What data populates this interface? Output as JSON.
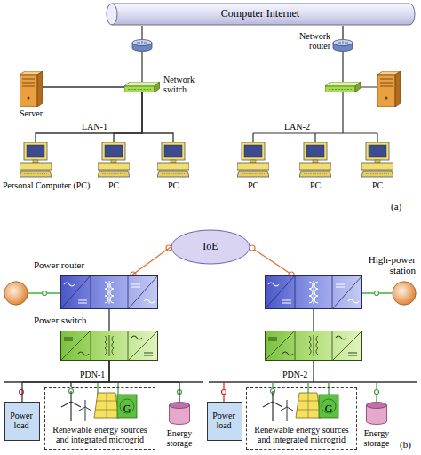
{
  "diagram": {
    "nodes": [
      {
        "text": [
          "Computer Internet"
        ]
      },
      {
        "text": [
          "Network router"
        ]
      },
      {
        "text": [
          "Server"
        ]
      },
      {
        "text": [
          "Network switch"
        ]
      },
      {
        "text": [
          "Personal Computer (PC)"
        ]
      },
      {
        "text": [
          "PC"
        ]
      },
      {
        "text": [
          "PC"
        ]
      },
      {
        "text": [
          "PC"
        ]
      },
      {
        "text": [
          "PC"
        ]
      },
      {
        "text": [
          "PC"
        ]
      },
      {
        "text": [
          "IoE"
        ]
      },
      {
        "text": [
          "Power router"
        ]
      },
      {
        "text": [
          "High-power station"
        ]
      },
      {
        "text": [
          "Power switch"
        ]
      },
      {
        "text": [
          "Power load"
        ]
      },
      {
        "text": [
          "Renewable energy sources and integrated microgrid"
        ]
      },
      {
        "text": [
          "Energy storage"
        ]
      },
      {
        "text": [
          "Power load"
        ]
      },
      {
        "text": [
          "Renewable energy sources and integrated microgrid"
        ]
      },
      {
        "text": [
          "Energy storage"
        ]
      }
    ],
    "edges": [
      {
        "from": 2,
        "to": 3,
        "arrow": "none"
      },
      {
        "from": 3,
        "to": 4,
        "arrow": "none"
      },
      {
        "from": 3,
        "to": 5,
        "arrow": "none"
      },
      {
        "from": 3,
        "to": 6,
        "arrow": "none"
      },
      {
        "from": 1,
        "to": 0,
        "arrow": "none"
      },
      {
        "from": 10,
        "to": 11,
        "arrow": "none"
      },
      {
        "from": 11,
        "to": 13,
        "arrow": "none"
      },
      {
        "from": 13,
        "to": 14,
        "arrow": "none"
      },
      {
        "from": 13,
        "to": 15,
        "arrow": "none"
      },
      {
        "from": 13,
        "to": 16,
        "arrow": "none"
      }
    ],
    "labels": [
      "LAN-1",
      "LAN-2",
      "(a)",
      "PDN-1",
      "PDN-2",
      "(b)",
      "G",
      "G"
    ]
  }
}
